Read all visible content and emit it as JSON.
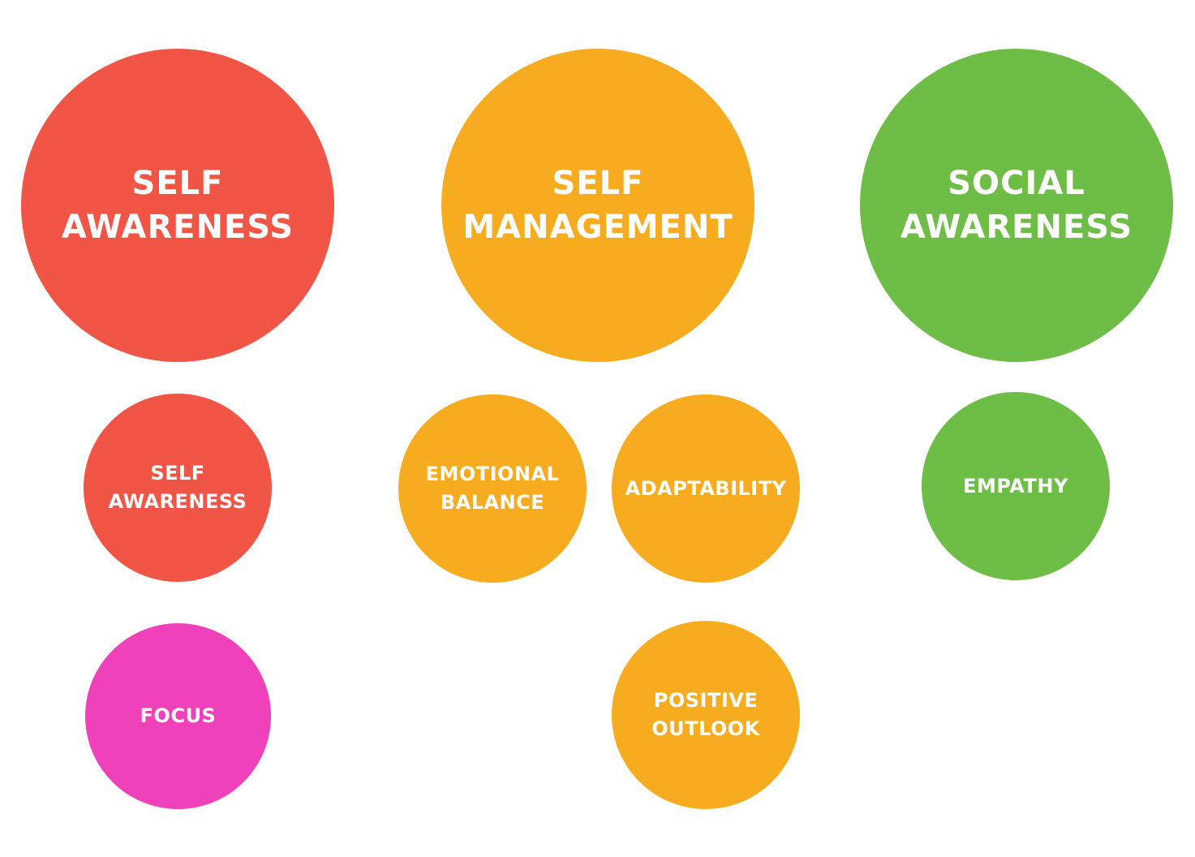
{
  "colors": {
    "red": "#f05545",
    "orange": "#f7ac1f",
    "green": "#6ebd47",
    "pink": "#ef41b9",
    "text": "#ffffff"
  },
  "categories": [
    {
      "label": "SELF\nAWARENESS",
      "color": "red",
      "skills": [
        "SELF\nAWARENESS",
        "FOCUS"
      ]
    },
    {
      "label": "SELF\nMANAGEMENT",
      "color": "orange",
      "skills": [
        "EMOTIONAL\nBALANCE",
        "ADAPTABILITY",
        "POSITIVE\nOUTLOOK"
      ]
    },
    {
      "label": "SOCIAL\nAWARENESS",
      "color": "green",
      "skills": [
        "EMPATHY"
      ]
    }
  ]
}
